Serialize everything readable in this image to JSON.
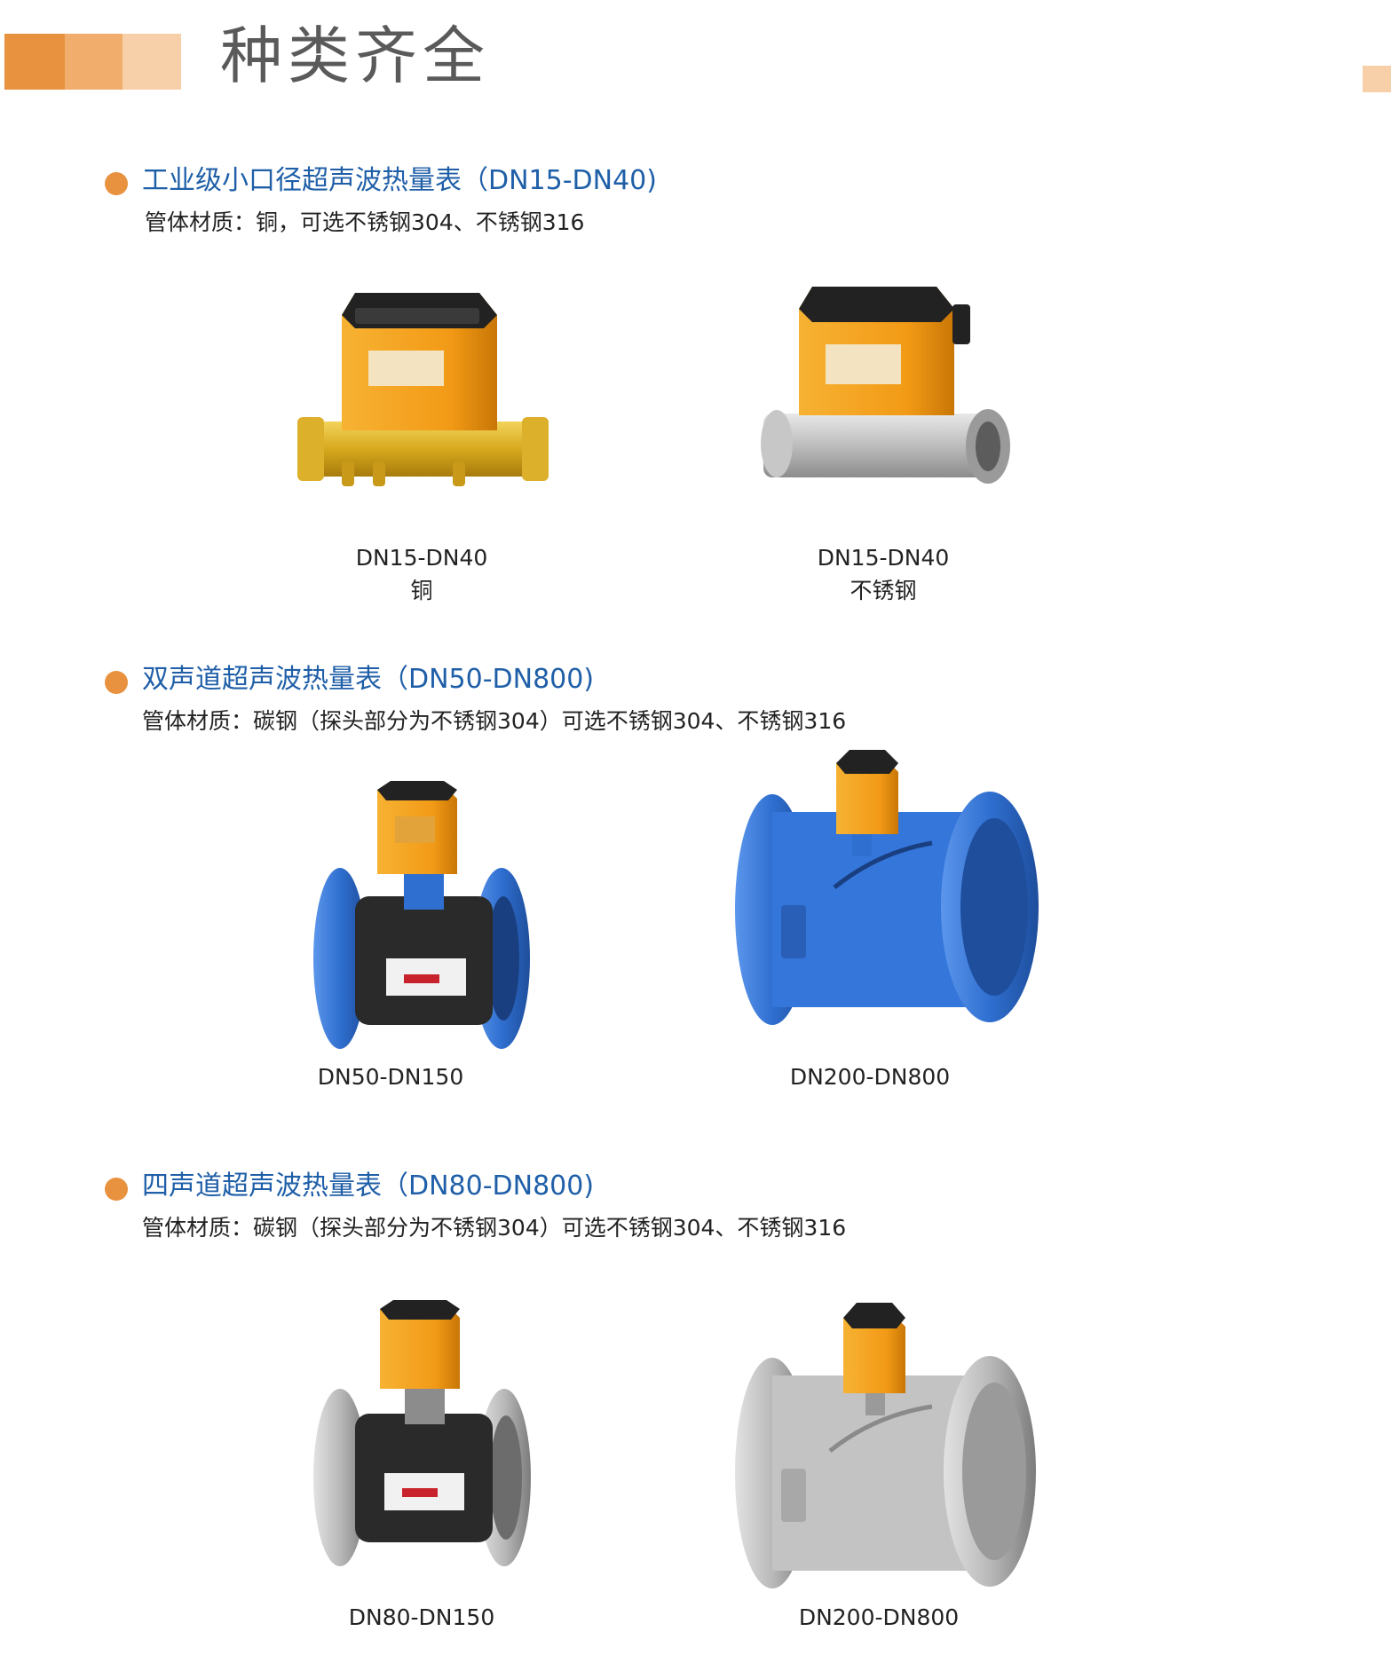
{
  "header": {
    "title": "种类齐全"
  },
  "sections": [
    {
      "title": "工业级小口径超声波热量表（DN15-DN40)",
      "material": "管体材质：铜，可选不锈钢304、不锈钢316",
      "products": [
        {
          "size": "DN15-DN40",
          "material": "铜"
        },
        {
          "size": "DN15-DN40",
          "material": "不锈钢"
        }
      ]
    },
    {
      "title": "双声道超声波热量表（DN50-DN800)",
      "material": "管体材质：碳钢（探头部分为不锈钢304）可选不锈钢304、不锈钢316",
      "products": [
        {
          "size": "DN50-DN150"
        },
        {
          "size": "DN200-DN800"
        }
      ]
    },
    {
      "title": "四声道超声波热量表（DN80-DN800)",
      "material": "管体材质：碳钢（探头部分为不锈钢304）可选不锈钢304、不锈钢316",
      "products": [
        {
          "size": "DN80-DN150"
        },
        {
          "size": "DN200-DN800"
        }
      ]
    }
  ],
  "colors": {
    "accent_orange": "#e8923f",
    "title_blue": "#1f5fa8",
    "meter_orange": "#f2a020",
    "flange_blue": "#2f6fd0",
    "steel_gray": "#b9b9b9"
  }
}
